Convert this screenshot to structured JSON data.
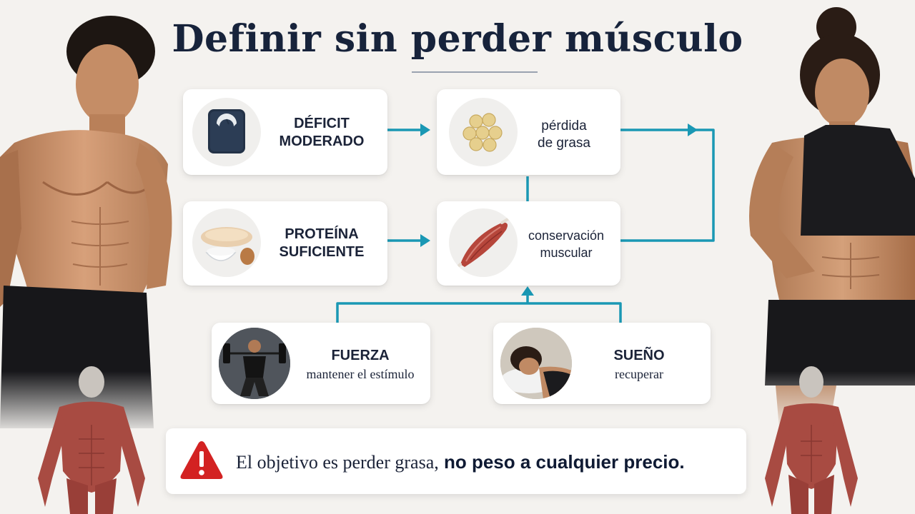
{
  "title": "Definir sin perder músculo",
  "nodes": {
    "deficit": {
      "line1": "DÉFICIT",
      "line2": "MODERADO",
      "icon": "scale-icon"
    },
    "fat_loss": {
      "line1": "pérdida",
      "line2": "de grasa",
      "icon": "fat-cells-icon"
    },
    "protein": {
      "line1": "PROTEÍNA",
      "line2": "SUFICIENTE",
      "icon": "protein-food-icon"
    },
    "muscle": {
      "line1": "conservación",
      "line2": "muscular",
      "icon": "muscle-icon"
    },
    "strength": {
      "title": "FUERZA",
      "subtitle": "mantener el estímulo",
      "icon": "weightlifting-photo-icon"
    },
    "sleep": {
      "title": "SUEÑO",
      "subtitle": "recuperar",
      "icon": "sleeping-photo-icon"
    }
  },
  "warning": {
    "normal": "El objetivo es perder grasa,",
    "bold": "no peso a cualquier precio.",
    "icon": "warning-triangle-icon"
  },
  "colors": {
    "arrow": "#1a98b4",
    "title": "#17233b",
    "warning": "#d32222",
    "background": "#f4f2ef"
  }
}
